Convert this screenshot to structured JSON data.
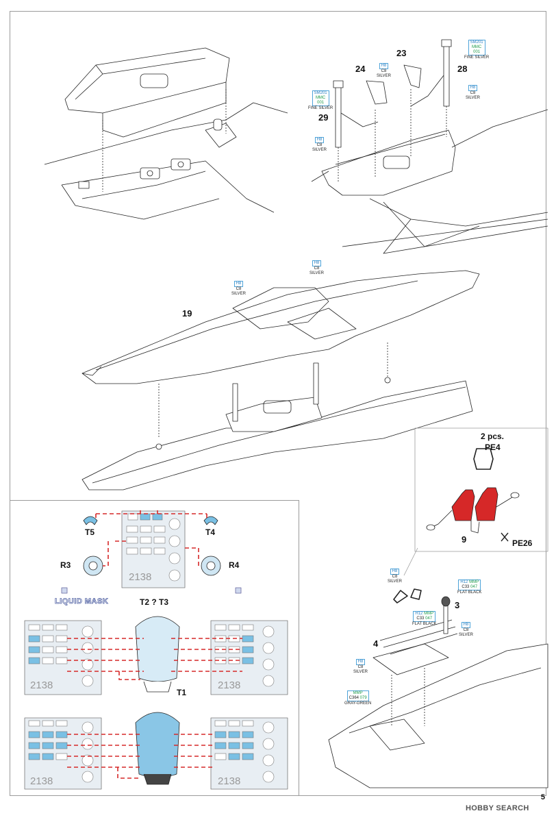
{
  "page_number": "5",
  "watermark": "HOBBY SEARCH",
  "steps": {
    "s23": "23",
    "s24": "24",
    "s28": "28",
    "s29": "29",
    "s19": "19",
    "s9": "9",
    "s3": "3",
    "s4": "4"
  },
  "callouts": {
    "c_top_right_1": {
      "a": "SM201",
      "b": "MMC",
      "c": "001",
      "d": "FINE SILVER"
    },
    "c_top_left_1": {
      "a": "SM201",
      "b": "MMC",
      "c": "001",
      "d": "FINE SILVER"
    },
    "c_h8_24": {
      "a": "H8",
      "b": "C8",
      "c": "SILVER"
    },
    "c_h8_28": {
      "a": "H8",
      "b": "C8",
      "c": "SILVER"
    },
    "c_h8_29": {
      "a": "H8",
      "b": "C8",
      "c": "SILVER"
    },
    "c_h8_wing_a": {
      "a": "H8",
      "b": "C8",
      "c": "SILVER"
    },
    "c_h8_wing_b": {
      "a": "H8",
      "b": "C8",
      "c": "SILVER"
    },
    "c_h8_9": {
      "a": "H8",
      "b": "C8",
      "c": "SILVER"
    },
    "c_h12_a": {
      "a": "H12",
      "b": "MMP",
      "c": "C33",
      "d": "047",
      "e": "FLAT BLACK"
    },
    "c_h12_b": {
      "a": "H12",
      "b": "MMP",
      "c": "C33",
      "d": "047",
      "e": "FLAT BLACK"
    },
    "c_h8_3": {
      "a": "H8",
      "b": "C8",
      "c": "SILVER"
    },
    "c_h8_4": {
      "a": "H8",
      "b": "C8",
      "c": "SILVER"
    },
    "c_mmp_079": {
      "a": "MMP",
      "b": "C364",
      "c": "079",
      "d": "GRAY-GREEN"
    }
  },
  "pe": {
    "qty": "2 pcs.",
    "pe4": "PE4",
    "pe26": "PE26"
  },
  "mask": {
    "t5": "T5",
    "t4": "T4",
    "r3": "R3",
    "r4": "R4",
    "liquid": "LIQUID MASK",
    "t2t3": "T2 ? T3",
    "t1": "T1",
    "sheet_no": "2138"
  }
}
